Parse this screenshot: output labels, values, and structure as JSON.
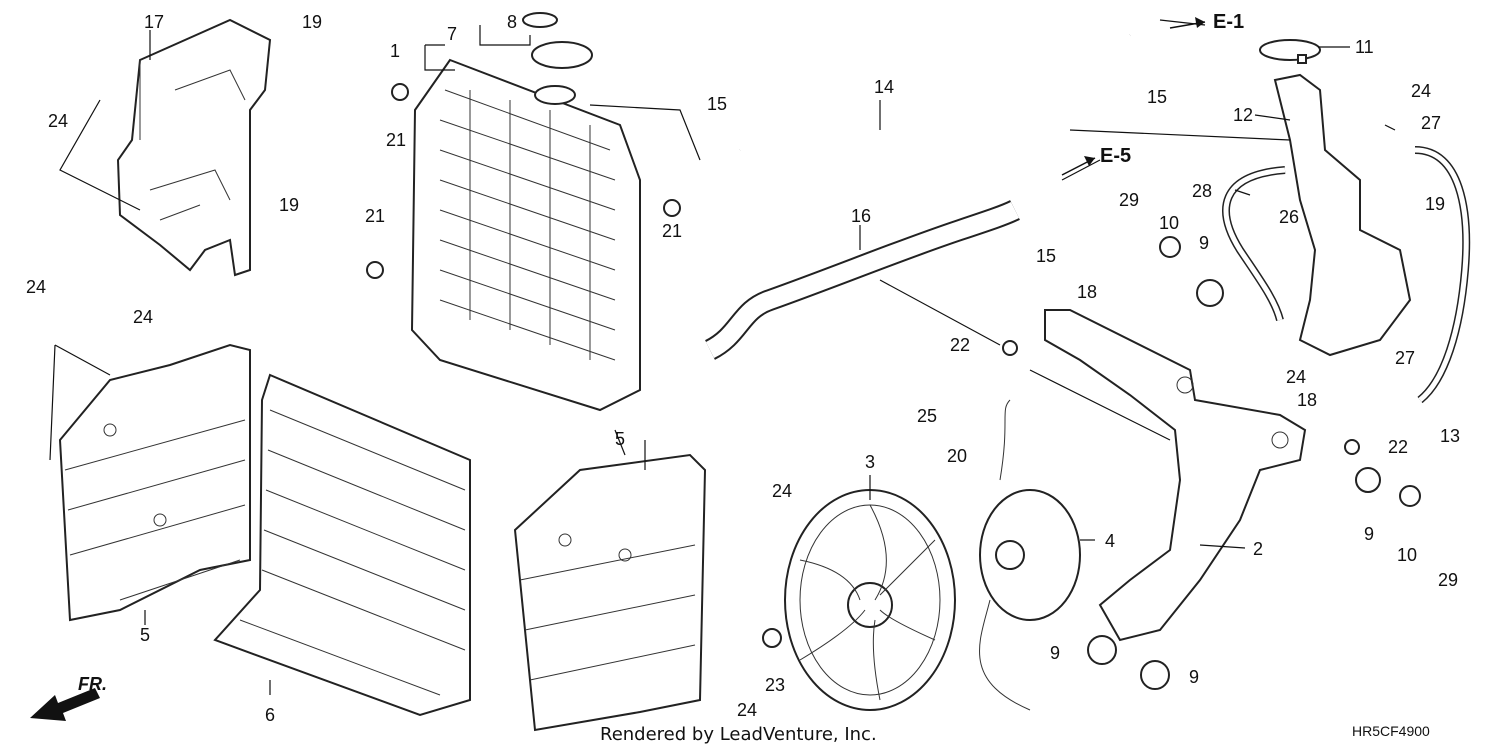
{
  "callouts": [
    "17",
    "19",
    "24",
    "19",
    "1",
    "7",
    "8",
    "21",
    "21",
    "15",
    "14",
    "15",
    "16",
    "21",
    "15",
    "11",
    "12",
    "24",
    "27",
    "28",
    "26",
    "29",
    "10",
    "9",
    "19",
    "18",
    "22",
    "24",
    "27",
    "18",
    "22",
    "13",
    "24",
    "24",
    "5",
    "5",
    "6",
    "24",
    "3",
    "25",
    "20",
    "4",
    "2",
    "9",
    "10",
    "29",
    "9",
    "9",
    "23",
    "24"
  ],
  "refs": [
    "E-1",
    "E-5"
  ],
  "footer": {
    "rendered_by": "Rendered by LeadVenture, Inc.",
    "diagram_code": "HR5CF4900",
    "direction": "FR."
  }
}
